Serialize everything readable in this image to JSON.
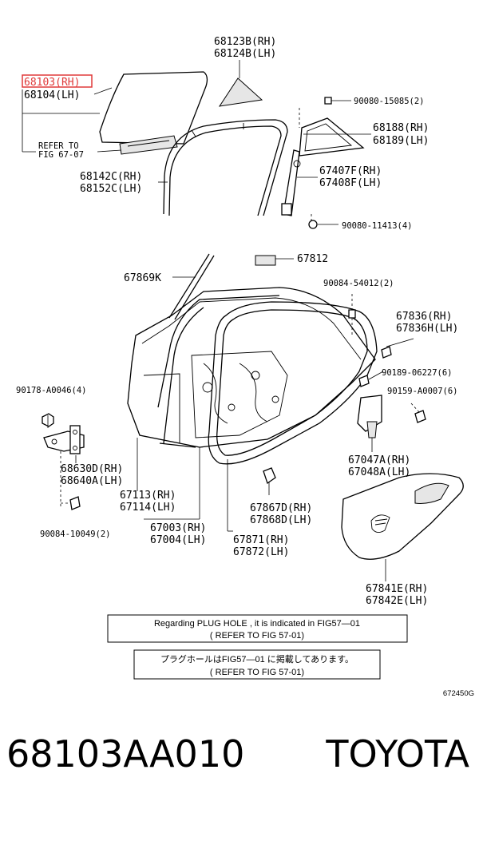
{
  "labels": {
    "p68103": "68103(RH)",
    "p68104": "68104(LH)",
    "refer_a": "REFER TO",
    "refer_b": "FIG 67-07",
    "p68123": "68123B(RH)",
    "p68124": "68124B(LH)",
    "p90080a": "90080-15085(2)",
    "p68188": "68188(RH)",
    "p68189": "68189(LH)",
    "p68142": "68142C(RH)",
    "p68152": "68152C(LH)",
    "p67407": "67407F(RH)",
    "p67408": "67408F(LH)",
    "p90080b": "90080-11413(4)",
    "p67812": "67812",
    "p67869": "67869K",
    "p90084a": "90084-54012(2)",
    "p67836": "67836(RH)",
    "p67836h": "67836H(LH)",
    "p90178": "90178-A0046(4)",
    "p90189": "90189-06227(6)",
    "p90159": "90159-A0007(6)",
    "p68630": "68630D(RH)",
    "p68640": "68640A(LH)",
    "p67113": "67113(RH)",
    "p67114": "67114(LH)",
    "p67047": "67047A(RH)",
    "p67048": "67048A(LH)",
    "p67867": "67867D(RH)",
    "p67868": "67868D(LH)",
    "p90084b": "90084-10049(2)",
    "p67003": "67003(RH)",
    "p67004": "67004(LH)",
    "p67871": "67871(RH)",
    "p67872": "67872(LH)",
    "p67841": "67841E(RH)",
    "p67842": "67842E(LH)"
  },
  "notes": {
    "en_line1": "Regarding PLUG HOLE , it is indicated in FIG57—01",
    "en_line2": "( REFER TO FIG 57-01)",
    "jp_line1": "プラグホールはFIG57—01 に掲載してあります。",
    "jp_line2": "( REFER TO FIG 57-01)"
  },
  "figure_code": "672450G",
  "footer": {
    "part_number": "68103AA010",
    "brand": "TOYOTA"
  },
  "colors": {
    "highlight": "#e03a3a",
    "line": "#000000"
  }
}
